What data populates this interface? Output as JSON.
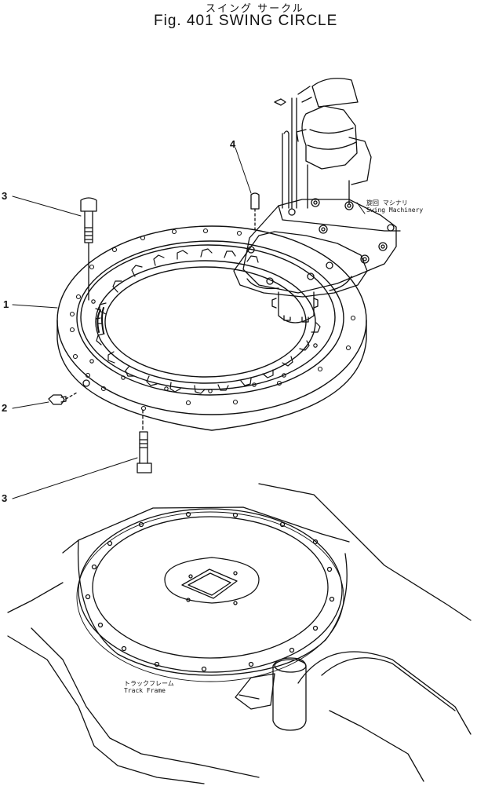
{
  "title": {
    "japanese": "スイング サークル",
    "english": "Fig. 401 SWING CIRCLE"
  },
  "callouts": {
    "c1": "1",
    "c2": "2",
    "c3_top": "3",
    "c3_bottom": "3",
    "c4": "4"
  },
  "labels": {
    "swing_machinery_jp": "旋回 マシナリ",
    "swing_machinery_en": "Swing Machinery",
    "track_frame_jp": "トラックフレーム",
    "track_frame_en": "Track Frame"
  }
}
